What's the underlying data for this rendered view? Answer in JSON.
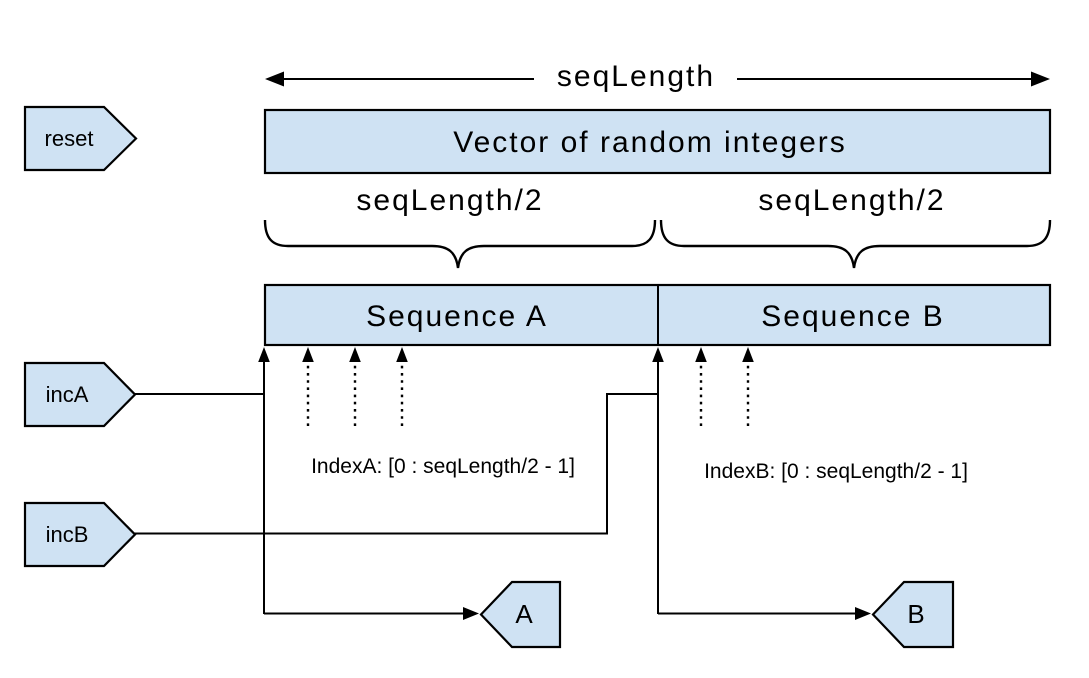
{
  "colors": {
    "shape_fill": "#cfe2f3",
    "shape_stroke": "#000000",
    "line": "#000000",
    "background": "#ffffff"
  },
  "dimension": {
    "label": "seqLength"
  },
  "vector_box": {
    "label": "Vector of random integers"
  },
  "halves": {
    "left_label": "seqLength/2",
    "right_label": "seqLength/2"
  },
  "sequences": {
    "a_label": "Sequence A",
    "b_label": "Sequence B"
  },
  "indices": {
    "a_label": "IndexA: [0 : seqLength/2 - 1]",
    "b_label": "IndexB: [0 : seqLength/2 - 1]"
  },
  "inputs": {
    "reset_label": "reset",
    "inca_label": "incA",
    "incb_label": "incB"
  },
  "outputs": {
    "a_label": "A",
    "b_label": "B"
  }
}
